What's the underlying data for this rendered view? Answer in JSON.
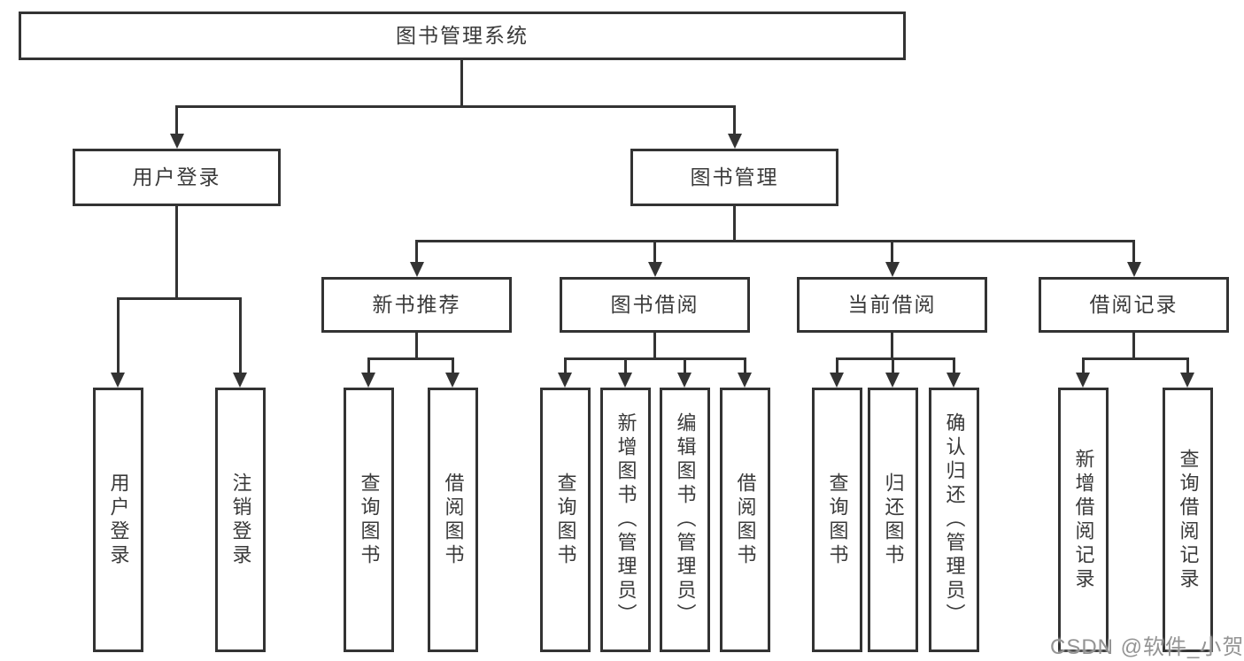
{
  "watermark": "CSDN @软件_小贺同学",
  "colors": {
    "line": "#333333",
    "box_border": "#333333",
    "box_background": "#ffffff",
    "text": "#3a3a3a",
    "watermark": "#949494",
    "background": "#ffffff"
  },
  "tree": {
    "root": {
      "label": "图书管理系统",
      "children": [
        {
          "label": "用户登录",
          "children": [
            {
              "label": "用户登录"
            },
            {
              "label": "注销登录"
            }
          ]
        },
        {
          "label": "图书管理",
          "children": [
            {
              "label": "新书推荐",
              "children": [
                {
                  "label": "查询图书"
                },
                {
                  "label": "借阅图书"
                }
              ]
            },
            {
              "label": "图书借阅",
              "children": [
                {
                  "label": "查询图书"
                },
                {
                  "label": "新增图书（管理员）"
                },
                {
                  "label": "编辑图书（管理员）"
                },
                {
                  "label": "借阅图书"
                }
              ]
            },
            {
              "label": "当前借阅",
              "children": [
                {
                  "label": "查询图书"
                },
                {
                  "label": "归还图书"
                },
                {
                  "label": "确认归还（管理员）"
                }
              ]
            },
            {
              "label": "借阅记录",
              "children": [
                {
                  "label": "新增借阅记录"
                },
                {
                  "label": "查询借阅记录"
                }
              ]
            }
          ]
        }
      ]
    }
  }
}
